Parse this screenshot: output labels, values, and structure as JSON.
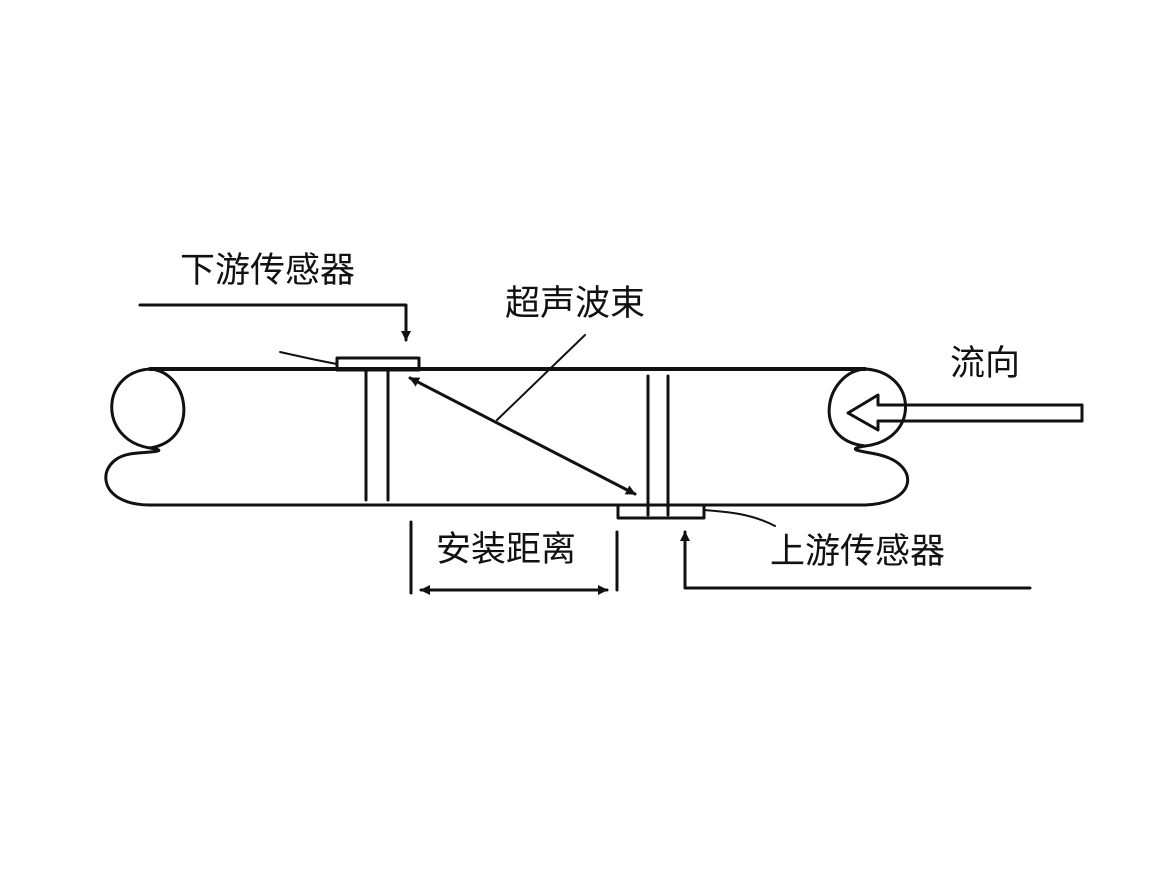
{
  "labels": {
    "downstream_sensor": "下游传感器",
    "ultrasonic_beam": "超声波束",
    "flow_direction": "流向",
    "install_distance": "安装距离",
    "upstream_sensor": "上游传感器"
  },
  "colors": {
    "line": "#111111",
    "background": "#ffffff"
  }
}
